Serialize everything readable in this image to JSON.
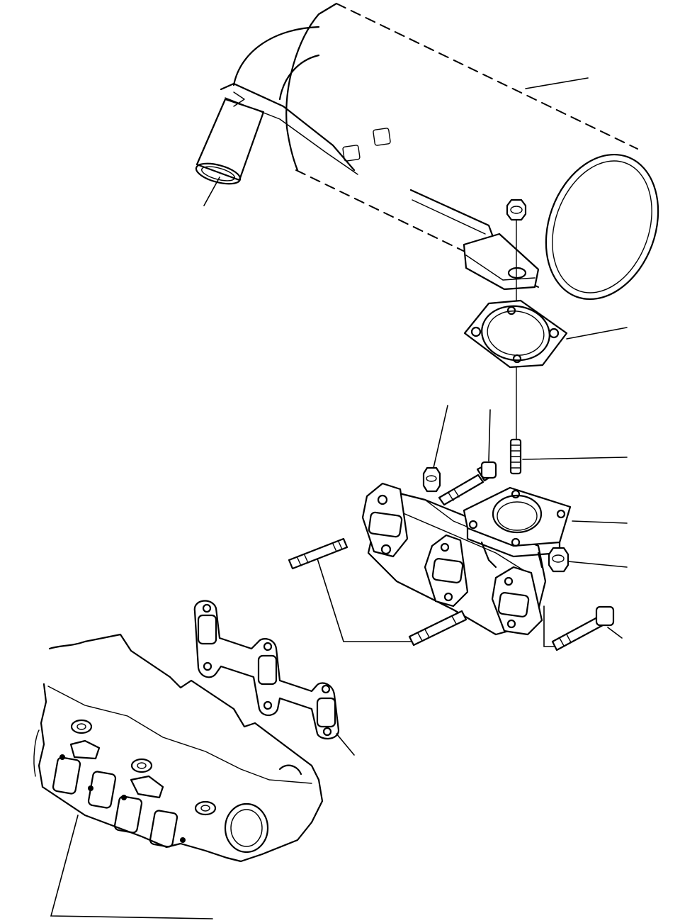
{
  "diagram": {
    "parts": [
      "muffler",
      "muffler-gasket",
      "exhaust-manifold",
      "manifold-gasket",
      "cylinder-head",
      "stud-short",
      "stud-long",
      "flange-nut",
      "manifold-bolt",
      "manifold-nut"
    ],
    "line_color": "#000000",
    "background_color": "#ffffff"
  }
}
